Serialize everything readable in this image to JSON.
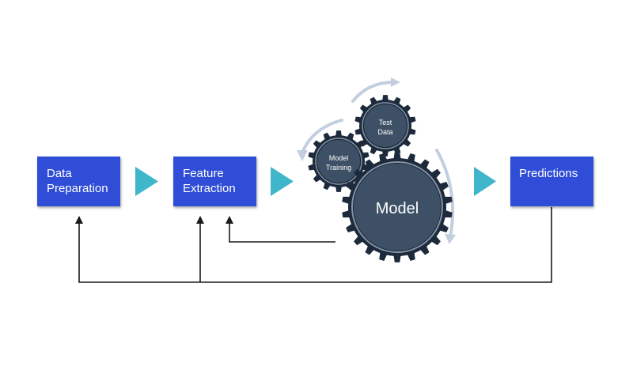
{
  "boxes": {
    "data_preparation": {
      "line1": "Data",
      "line2": "Preparation"
    },
    "feature_extraction": {
      "line1": "Feature",
      "line2": "Extraction"
    },
    "predictions": {
      "line1": "Predictions"
    }
  },
  "gears": {
    "test_data": {
      "line1": "Test",
      "line2": "Data"
    },
    "model_training": {
      "line1": "Model",
      "line2": "Training"
    },
    "model": {
      "label": "Model"
    }
  },
  "colors": {
    "box": "#2f4dd6",
    "arrow": "#3fb6c9",
    "gear_body": "#1c2a3c",
    "gear_inner": "#3d5066",
    "gear_ring": "#8493a3",
    "cycle_arrow": "#c3cfe0",
    "line": "#1a1a1a"
  }
}
